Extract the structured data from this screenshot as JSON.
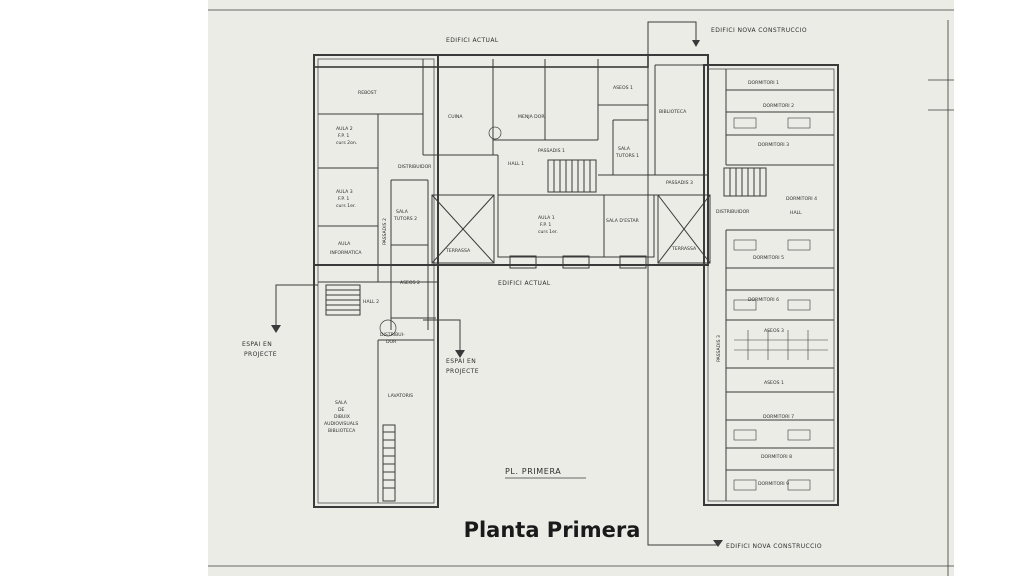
{
  "caption": "Planta Primera",
  "plan_title": "PL. PRIMERA",
  "labels": {
    "edifici_actual_top": "EDIFICI ACTUAL",
    "edifici_nova_top": "EDIFICI NOVA CONSTRUCCIO",
    "edifici_nova_bottom": "EDIFICI NOVA CONSTRUCCIO",
    "edifici_actual_mid": "EDIFICI ACTUAL",
    "espai_left_1": "ESPAI EN",
    "espai_left_2": "PROJECTE",
    "espai_right_1": "ESPAI EN",
    "espai_right_2": "PROJECTE",
    "rebost": "REBOST",
    "cuina": "CUINA",
    "menjador": "MENJA DOR",
    "asseos_1_top": "ASEOS 1",
    "biblioteca": "BIBLIOTECA",
    "aula2_1": "AULA 2",
    "aula2_2": "F.P. 1",
    "aula2_3": "curs 2on.",
    "distribuidor_left": "DISTRIBUIDOR",
    "hall_1": "HALL 1",
    "passadis_1": "PASSADIS 1",
    "sala_tutors_1a": "SALA",
    "sala_tutors_1b": "TUTORS 1",
    "aula3_1": "AULA 3",
    "aula3_2": "F.P. 1",
    "aula3_3": "curs 1er.",
    "sala_tutors_2a": "SALA",
    "sala_tutors_2b": "TUTORS 2",
    "passadis_2": "PASSADIS 2",
    "aula1_1": "AULA 1",
    "aula1_2": "F.P. 1",
    "aula1_3": "curs 1er.",
    "sala_estar": "SALA D'ESTAR",
    "terrassa_left": "TERRASSA",
    "terrassa_right": "TERRASSA",
    "passadis_3": "PASSADIS 3",
    "aula_info_1": "AULA",
    "aula_info_2": "INFORMATICA",
    "asseos_2": "ASEOS 2",
    "hall_2": "HALL 2",
    "distribuidor_2a": "DISTRIBUI-",
    "distribuidor_2b": "DOR",
    "sala_dibuix_1": "SALA",
    "sala_dibuix_2": "DE",
    "sala_dibuix_3": "DIBUIX",
    "sala_dibuix_4": "AUDIOVISUALS",
    "sala_dibuix_5": "BIBLIOTECA",
    "lavatoris": "LAVATORIS",
    "dormitori_1": "DORMITORI 1",
    "dormitori_2": "DORMITORI 2",
    "dormitori_3": "DORMITORI 3",
    "dormitori_4": "DORMITORI 4",
    "dormitori_5": "DORMITORI 5",
    "dormitori_6": "DORMITORI 6",
    "dormitori_7": "DORMITORI 7",
    "dormitori_8": "DORMITORI 8",
    "dormitori_9": "DORMITORI 9",
    "distribuidor_right": "DISTRIBUIDOR",
    "hall_right": "HALL",
    "asseos_3": "ASEOS 3",
    "asseos_1_right": "ASEOS 1",
    "passadis_right": "PASSADIS 3"
  },
  "colors": {
    "paper": "#ecece6",
    "ink": "#2e2e2e"
  }
}
